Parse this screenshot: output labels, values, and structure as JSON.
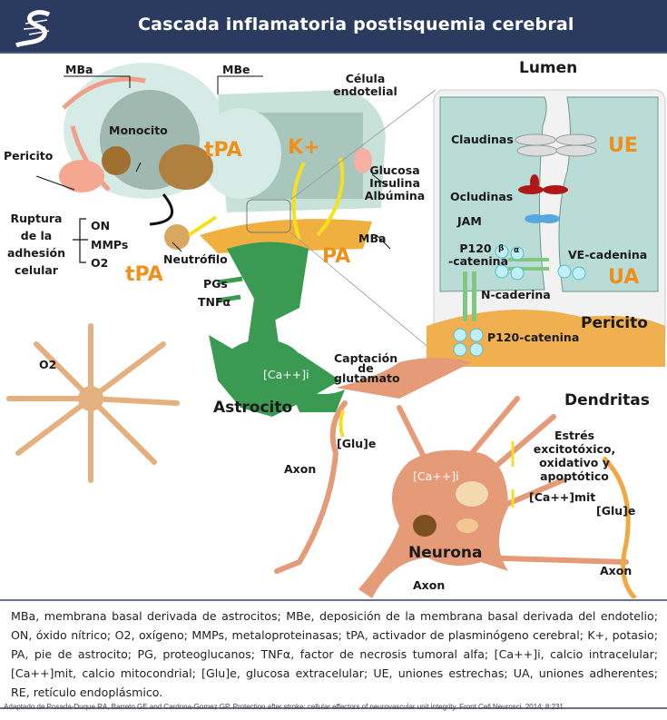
{
  "header": {
    "title": "Cascada inflamatoria postisquemia cerebral",
    "logo_icon": "dna-s-logo"
  },
  "diagram": {
    "vessel": {
      "mba_top": "MBa",
      "mbe": "MBe",
      "endothelial_cell": [
        "Célula",
        "endotelial"
      ],
      "monocyte": "Monocito",
      "tpa_top": "tPA",
      "k_plus": "K+",
      "pericyte": "Pericito",
      "transport": [
        "Glucosa",
        "Insulina",
        "Albúmina"
      ],
      "rupture": [
        "Ruptura",
        "de la",
        "adhesión",
        "celular"
      ],
      "rupture_causes": [
        "ON",
        "MMPs",
        "O2"
      ],
      "neutrophil": "Neutrófilo",
      "mba_bottom": "MBa",
      "pa": "PA",
      "tpa_bottom": "tPA",
      "pgs": "PGs",
      "tnf": "TNFα"
    },
    "junction": {
      "lumen": "Lumen",
      "claudins": "Claudinas",
      "ue": "UE",
      "occludins": "Ocludinas",
      "jam": "JAM",
      "p120": [
        "P120",
        "-catenina"
      ],
      "ve_cadherin": "VE-cadenina",
      "ua": "UA",
      "n_cadherin": "N-caderina",
      "pericyte": "Pericito",
      "p120_pericyte": "P120-catenina",
      "alpha": "α",
      "beta": "β"
    },
    "cells": {
      "o2": "O2",
      "ca_astro": "[Ca++]i",
      "glutamate_uptake": [
        "Captación",
        "de",
        "glutamato"
      ],
      "astrocyte": "Astrocito",
      "dendrites": "Dendritas",
      "glu_e_1": "[Glu]e",
      "axon_1": "Axon",
      "stress": [
        "Estrés",
        "excitotóxico,",
        "oxidativo y",
        "apoptótico"
      ],
      "ca_neuron": "[Ca++]i",
      "ca_mit": "[Ca++]mit",
      "glu_e_2": "[Glu]e",
      "ca_synapse": "Ca++",
      "neuron": "Neurona",
      "axon_2": "Axon",
      "axon_3": "Axon"
    }
  },
  "legend": "MBa, membrana basal derivada de astrocitos; MBe, deposición de la membrana basal derivada del endotelio; ON, óxido nítrico; O2, oxígeno; MMPs, metaloproteinasas; tPA, activador de plasminógeno cerebral; K+, potasio; PA, pie de astrocito; PG, proteoglucanos; TNFα, factor de necrosis tumoral alfa; [Ca++]i, calcio intracelular; [Ca++]mit, calcio mitocondrial; [Glu]e, glucosa extracelular; UE, uniones estrechas; UA, uniones adherentes; RE, retículo endoplásmico.",
  "citation": "Adaptado de Posada-Duque RA, Barreto GE and Cardona-Gomez GP. Protection after stroke: cellular effectors of neurovascular unit integrity. Front Cell Neurosci. 2014; 8:231.",
  "colors": {
    "header": "#2b3a5f",
    "orange": "#f0901a",
    "astrocyte": "#3a9a52",
    "neuron": "#e59a78",
    "endothelium": "#cfe6e0"
  }
}
